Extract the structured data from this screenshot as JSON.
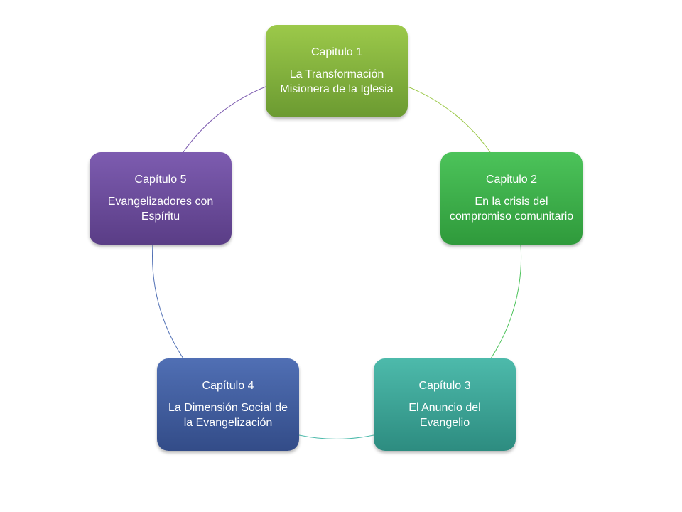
{
  "nodes": [
    {
      "title": "Capitulo 1",
      "body": "La Transformación Misionera de la Iglesia",
      "color_top": "#9cc94a",
      "color_bottom": "#6b9a31",
      "ring_color": "#9cc94a"
    },
    {
      "title": "Capitulo 2",
      "body": "En la crisis del compromiso comunitario",
      "color_top": "#4cc35a",
      "color_bottom": "#2f9a3b",
      "ring_color": "#4cc35a"
    },
    {
      "title": "Capítulo 3",
      "body": "El Anuncio del Evangelio",
      "color_top": "#4dbaab",
      "color_bottom": "#2d8c80",
      "ring_color": "#4dbaab"
    },
    {
      "title": "Capítulo 4",
      "body": "La Dimensión Social de la Evangelización",
      "color_top": "#506fb4",
      "color_bottom": "#334c88",
      "ring_color": "#506fb4"
    },
    {
      "title": "Capítulo 5",
      "body": "Evangelizadores con Espíritu",
      "color_top": "#7d5cb0",
      "color_bottom": "#5a3d86",
      "ring_color": "#7d5cb0"
    }
  ]
}
